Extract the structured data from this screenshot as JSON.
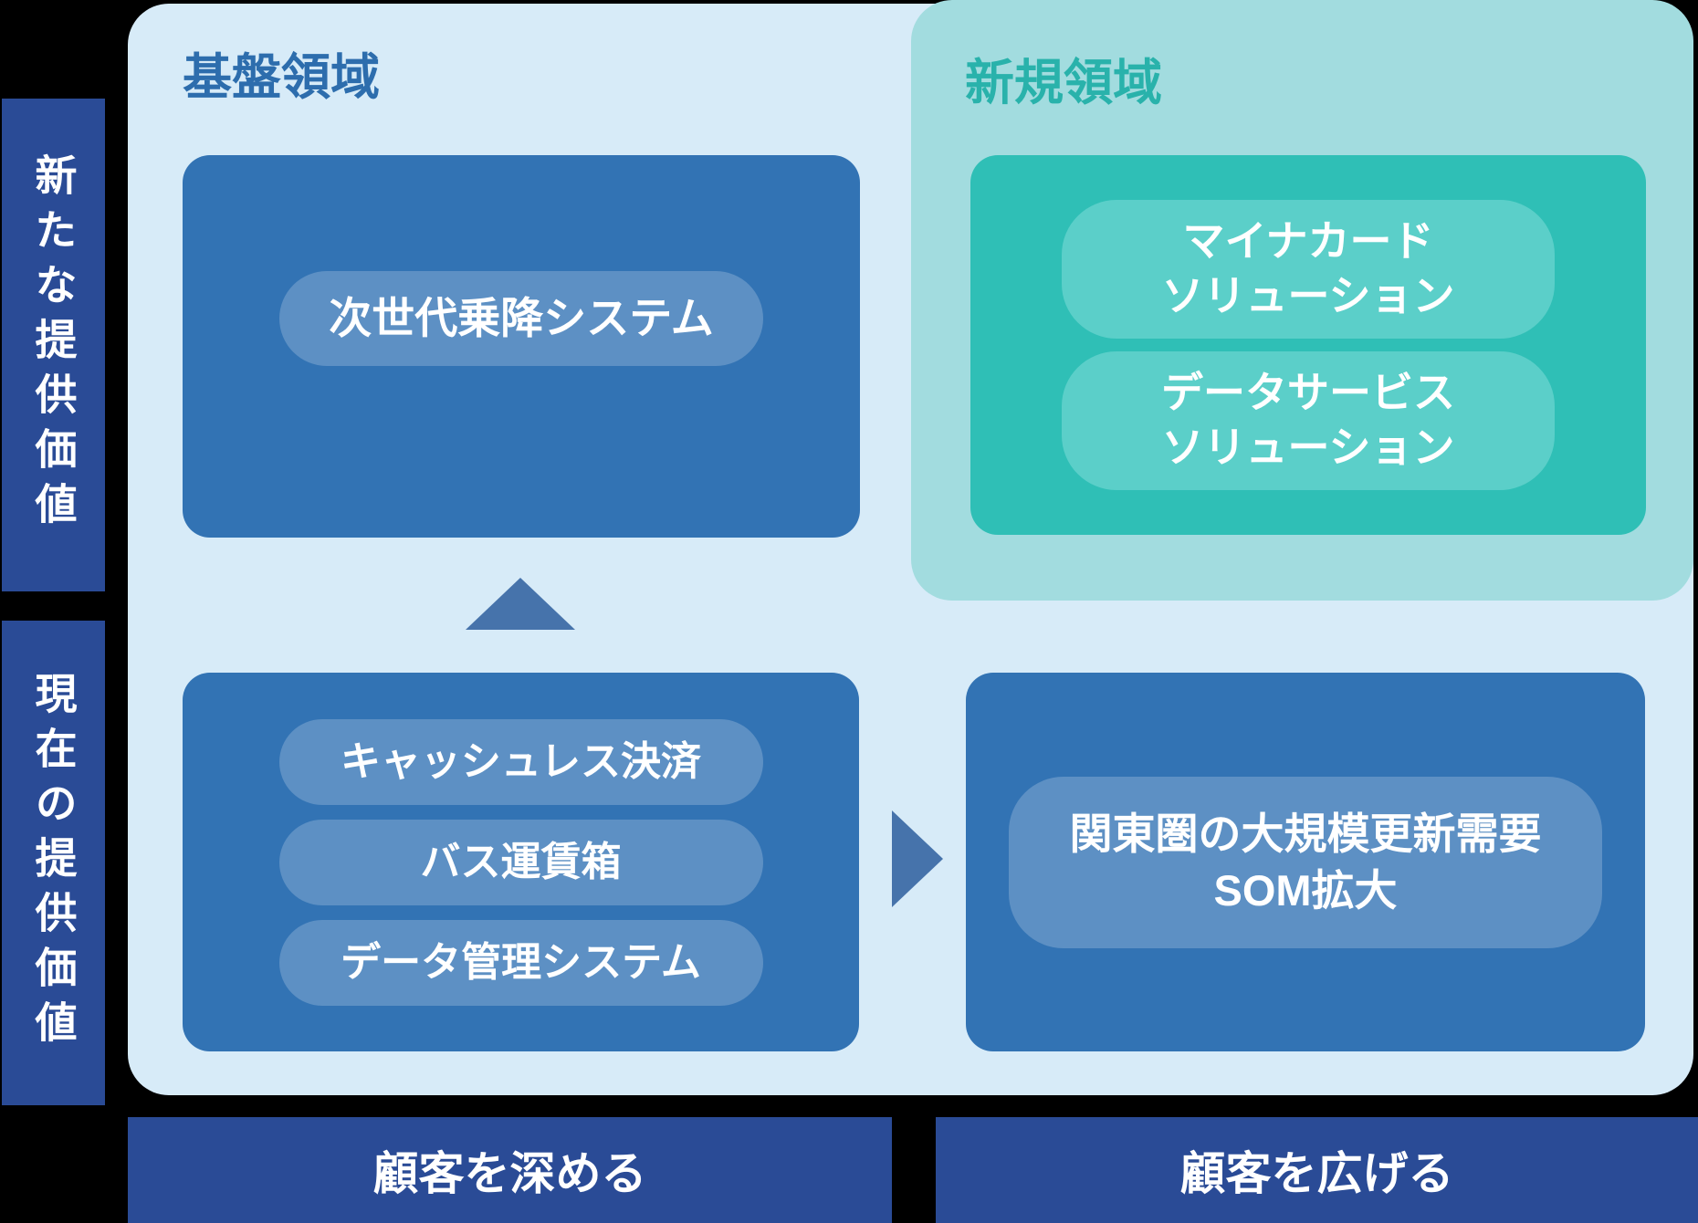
{
  "left_axis": {
    "new_value_label": "新たな提供価値",
    "current_value_label": "現在の提供価値"
  },
  "foundation": {
    "label": "基盤領域",
    "future_box": {
      "pill": "次世代乗降システム"
    },
    "current_box": {
      "pills": [
        "キャッシュレス決済",
        "バス運賃箱",
        "データ管理システム"
      ]
    }
  },
  "new_area": {
    "label": "新規領域",
    "pills": [
      {
        "lines": [
          "マイナカード",
          "ソリューション"
        ]
      },
      {
        "lines": [
          "データサービス",
          "ソリューション"
        ]
      }
    ]
  },
  "expansion_box": {
    "pill_lines": [
      "関東圏の大規模更新需要",
      "SOM拡大"
    ]
  },
  "bottom_axis": {
    "deepen_label": "顧客を深める",
    "broaden_label": "顧客を広げる"
  },
  "colors": {
    "background": "#000000",
    "panel_light_blue": "#d7ebf8",
    "panel_light_teal": "#a2dcdf",
    "box_blue": "#3273b4",
    "box_teal": "#2fbfb6",
    "pill_blue": "#5d90c4",
    "pill_teal": "#5bcfc9",
    "bar_navy": "#2a4b96",
    "label_blue": "#2d6dad",
    "label_teal": "#29b2ab",
    "arrow_blue": "#4673ab"
  }
}
